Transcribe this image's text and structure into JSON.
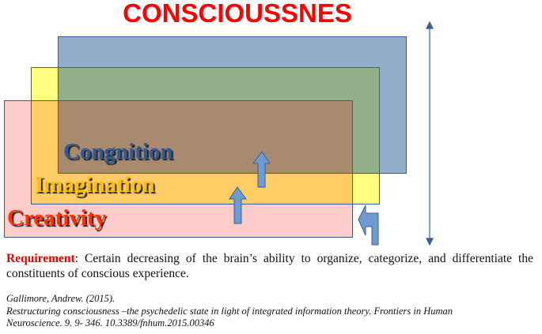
{
  "title": "CONSCIOUSSNES",
  "levels": [
    {
      "label": "Congnition",
      "color": "#2e5a9a"
    },
    {
      "label": "Imagination",
      "color": "#ffc000"
    },
    {
      "label": "Creativity",
      "color": "#ff3300"
    }
  ],
  "requirement": {
    "keyword": "Requirement",
    "text": ": Certain decreasing of the brain’s ability to organize, categorize, and differentiate the constituents of conscious experience."
  },
  "citation": {
    "line1": "Gallimore, Andrew. (2015).",
    "line2": "Restructuring consciousness –the psychedelic state in light of integrated information theory. Frontiers in Human Neuroscience. 9. 9- 346. 10.3389/fnhum.2015.00346"
  }
}
